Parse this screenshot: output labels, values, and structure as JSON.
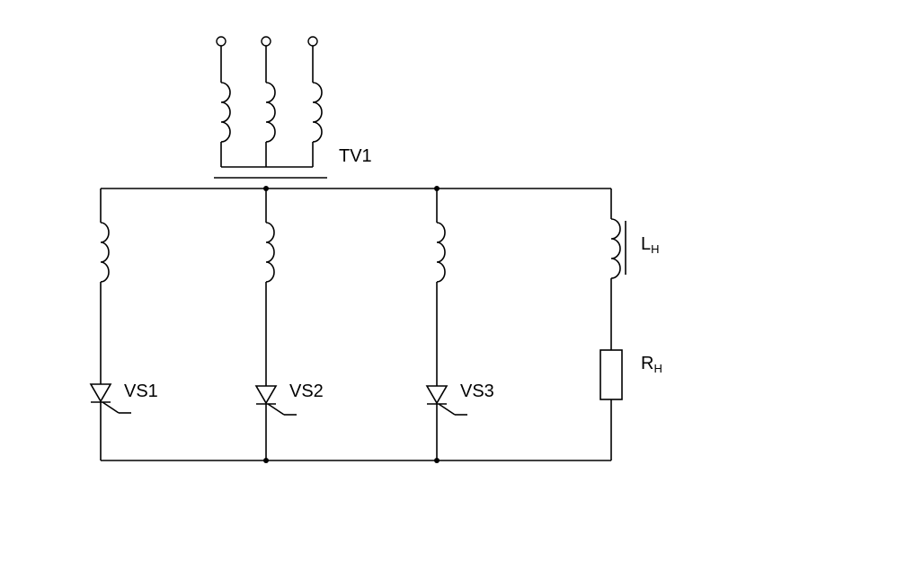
{
  "diagram": {
    "transformer_label": "TV1",
    "inductor_label": {
      "main": "L",
      "sub": "H"
    },
    "resistor_label": {
      "main": "R",
      "sub": "H"
    },
    "thyristor_labels": [
      "VS1",
      "VS2",
      "VS3"
    ]
  }
}
